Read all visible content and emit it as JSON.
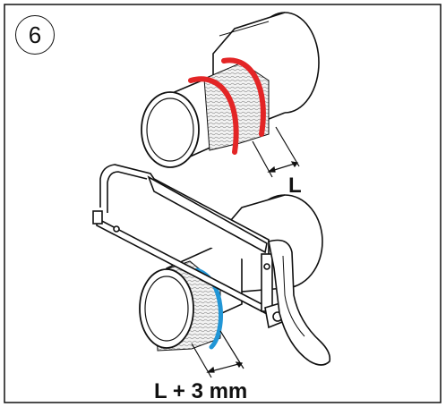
{
  "step": {
    "number": "6"
  },
  "labels": {
    "length": "L",
    "cut_length": "L + 3 mm"
  },
  "colors": {
    "marking_ring_top": "#e32526",
    "marking_ring_bottom": "#2196d6",
    "outline": "#111111"
  },
  "icons": {
    "saw": "hacksaw-icon",
    "pipe": "pipe-icon"
  }
}
